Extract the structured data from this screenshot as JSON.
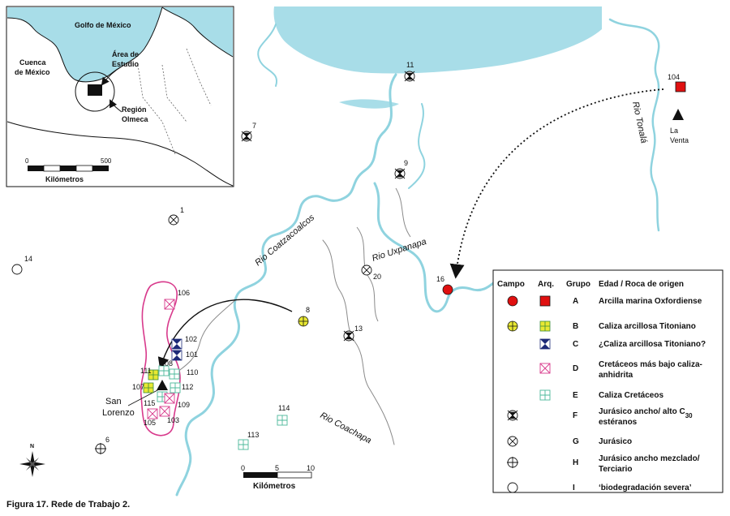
{
  "caption": "Figura 17.  Rede de Trabajo 2.",
  "colors": {
    "sea": "#a8dde8",
    "river": "#8fd3df",
    "marine": "#e01010",
    "yellow": "#e8e832",
    "navy": "#1d2a78",
    "pink": "#d83a8c",
    "green": "#4bb89a"
  },
  "inset": {
    "gulf": "Golfo de México",
    "basin_1": "Cuenca",
    "basin_2": "de México",
    "study_1": "Área de",
    "study_2": "Estudio",
    "region_1": "Región",
    "region_2": "Olmeca",
    "scale_0": "0",
    "scale_500": "500",
    "scale_unit": "Kilómetros"
  },
  "rivers": {
    "coatzacoalcos": "Rio  Coatzacoalcos",
    "uxpanapa": "Rio  Uxpanapa",
    "coachapa": "Rio  Coachapa",
    "tonala": "Rio Tonalá"
  },
  "places": {
    "la_venta_1": "La",
    "la_venta_2": "Venta",
    "san_lorenzo_1": "San",
    "san_lorenzo_2": "Lorenzo"
  },
  "map_scale": {
    "s0": "0",
    "s5": "5",
    "s10": "10",
    "unit": "Kilómetros"
  },
  "sites": [
    {
      "id": "104",
      "sym": "A-arq"
    },
    {
      "id": "16",
      "sym": "A-campo"
    },
    {
      "id": "8",
      "sym": "B-campo"
    },
    {
      "id": "11",
      "sym": "F"
    },
    {
      "id": "7",
      "sym": "F"
    },
    {
      "id": "9",
      "sym": "F"
    },
    {
      "id": "13",
      "sym": "F"
    },
    {
      "id": "1",
      "sym": "G"
    },
    {
      "id": "20",
      "sym": "G"
    },
    {
      "id": "14",
      "sym": "I"
    },
    {
      "id": "6",
      "sym": "H"
    },
    {
      "id": "106",
      "sym": "D"
    },
    {
      "id": "102",
      "sym": "C"
    },
    {
      "id": "101",
      "sym": "C"
    },
    {
      "id": "108",
      "sym": "E"
    },
    {
      "id": "110",
      "sym": "E"
    },
    {
      "id": "111",
      "sym": "B"
    },
    {
      "id": "107",
      "sym": "B"
    },
    {
      "id": "112",
      "sym": "E"
    },
    {
      "id": "115",
      "sym": "E"
    },
    {
      "id": "109",
      "sym": "D"
    },
    {
      "id": "105",
      "sym": "D"
    },
    {
      "id": "103",
      "sym": "D"
    },
    {
      "id": "114",
      "sym": "E"
    },
    {
      "id": "113",
      "sym": "E"
    }
  ],
  "legend": {
    "col_campo": "Campo",
    "col_arq": "Arq.",
    "col_grupo": "Grupo",
    "col_edad": "Edad / Roca de origen",
    "rows": [
      {
        "grupo": "A",
        "line1": "Arcilla marina Oxfordiense",
        "line2": ""
      },
      {
        "grupo": "B",
        "line1": "Caliza arcillosa Titoniano",
        "line2": ""
      },
      {
        "grupo": "C",
        "line1": "¿Caliza arcillosa Titoniano?",
        "line2": ""
      },
      {
        "grupo": "D",
        "line1": "Cretáceos más bajo caliza-",
        "line2": "anhidrita"
      },
      {
        "grupo": "E",
        "line1": "Caliza Cretáceos",
        "line2": ""
      },
      {
        "grupo": "F",
        "line1": "Jurásico ancho/ alto C",
        "line1_sub": "30",
        "line2": "estéranos"
      },
      {
        "grupo": "G",
        "line1": "Jurásico",
        "line2": ""
      },
      {
        "grupo": "H",
        "line1": "Jurásico ancho mezclado/",
        "line2": "Terciario"
      },
      {
        "grupo": "I",
        "line1": "‘biodegradación severa’",
        "line2": ""
      }
    ]
  }
}
